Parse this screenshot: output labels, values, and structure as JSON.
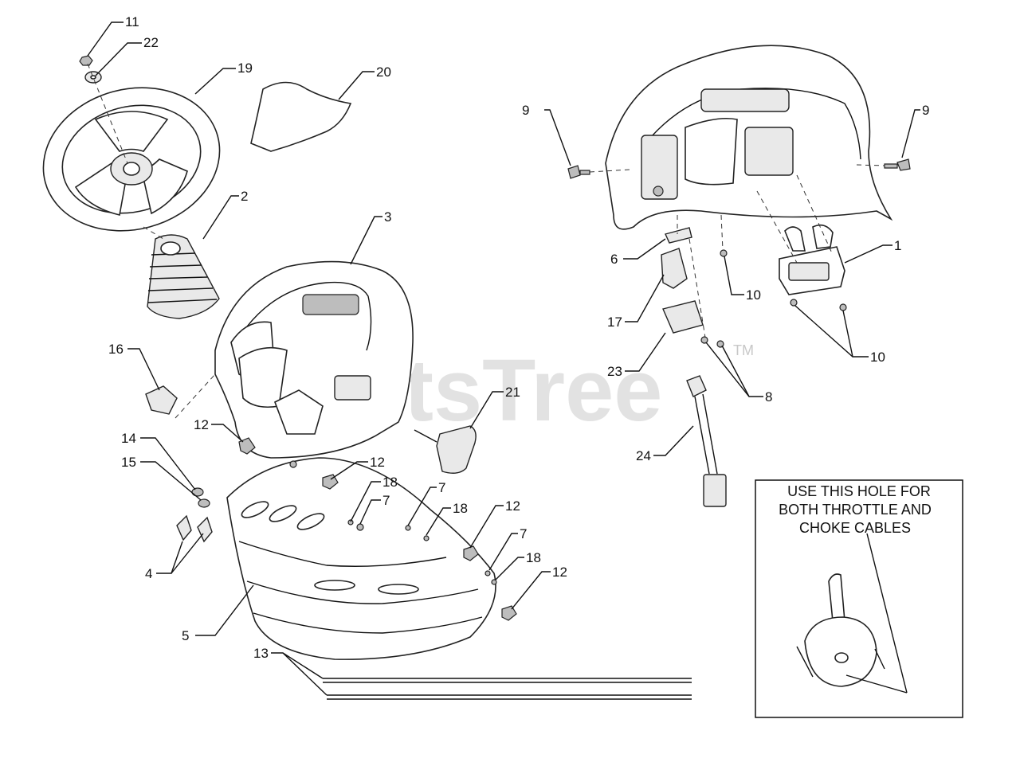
{
  "watermark": {
    "text": "PartsTree",
    "tm": "TM"
  },
  "inset": {
    "lines": [
      "USE THIS HOLE FOR",
      "BOTH THROTTLE AND",
      "CHOKE CABLES"
    ]
  },
  "callouts": [
    "11",
    "22",
    "19",
    "20",
    "2",
    "3",
    "16",
    "21",
    "12",
    "14",
    "15",
    "12",
    "18",
    "7",
    "7",
    "18",
    "12",
    "4",
    "7",
    "18",
    "12",
    "5",
    "13",
    "9",
    "9",
    "1",
    "6",
    "10",
    "17",
    "10",
    "23",
    "8",
    "24"
  ]
}
